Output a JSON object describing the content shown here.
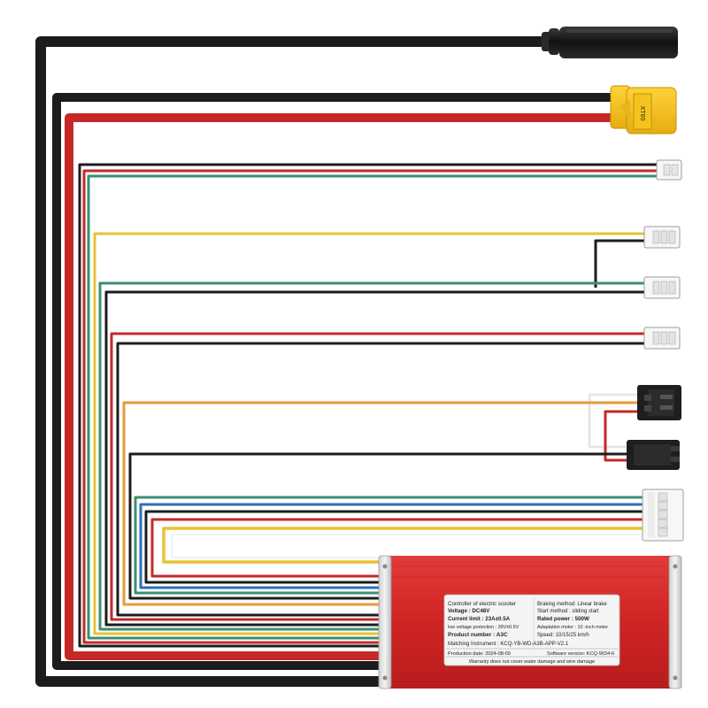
{
  "product": {
    "name": "Electric scooter controller with wiring harness",
    "body_color": "#d92b2b"
  },
  "label": {
    "title_left": "Controller of electric scooter",
    "voltage": "Voltage : DC48V",
    "current_limit": "Current limit : 23A±0.5A",
    "low_voltage": "low voltage protection : 39V±0.5V",
    "product_number": "Product number : A3C",
    "matching_instrument": "Matching Instrument : KCQ-YB-WD-A3B-APP-V2.1",
    "production_date": "Production date: 2024-08-09",
    "braking_method": "Braking method: Linear brake",
    "start_method": "Start method : sliding start",
    "rated_power": "Rated power : 500W",
    "adaptation_motor": "Adaptation motor : 10 -inch motor",
    "speed": "Speed: 10/15/25 km/h",
    "software_version": "Software version: KCQ-9034-6",
    "warranty": "Warranty does not cover water damage and wire damage"
  },
  "connectors": [
    {
      "name": "motor-phase-connector",
      "type": "round-female"
    },
    {
      "name": "battery-xt60-connector",
      "type": "xt60-yellow",
      "marking": "XT60"
    },
    {
      "name": "jst-2pin-connector-1",
      "type": "jst-2pin"
    },
    {
      "name": "jst-3pin-connector-1",
      "type": "jst-3pin"
    },
    {
      "name": "jst-3pin-connector-2",
      "type": "jst-3pin"
    },
    {
      "name": "jst-3pin-connector-3",
      "type": "jst-3pin"
    },
    {
      "name": "sm-connector-female",
      "type": "sm-black"
    },
    {
      "name": "sm-connector-male",
      "type": "sm-black"
    },
    {
      "name": "jst-5pin-connector",
      "type": "jst-5pin"
    }
  ],
  "wire_colors": {
    "black": "#1c1c1c",
    "red": "#c62828",
    "green": "#3a8f72",
    "yellow": "#e9c233",
    "orange": "#e59a3a",
    "white": "#f2f2f2",
    "blue": "#2d6fb3"
  }
}
